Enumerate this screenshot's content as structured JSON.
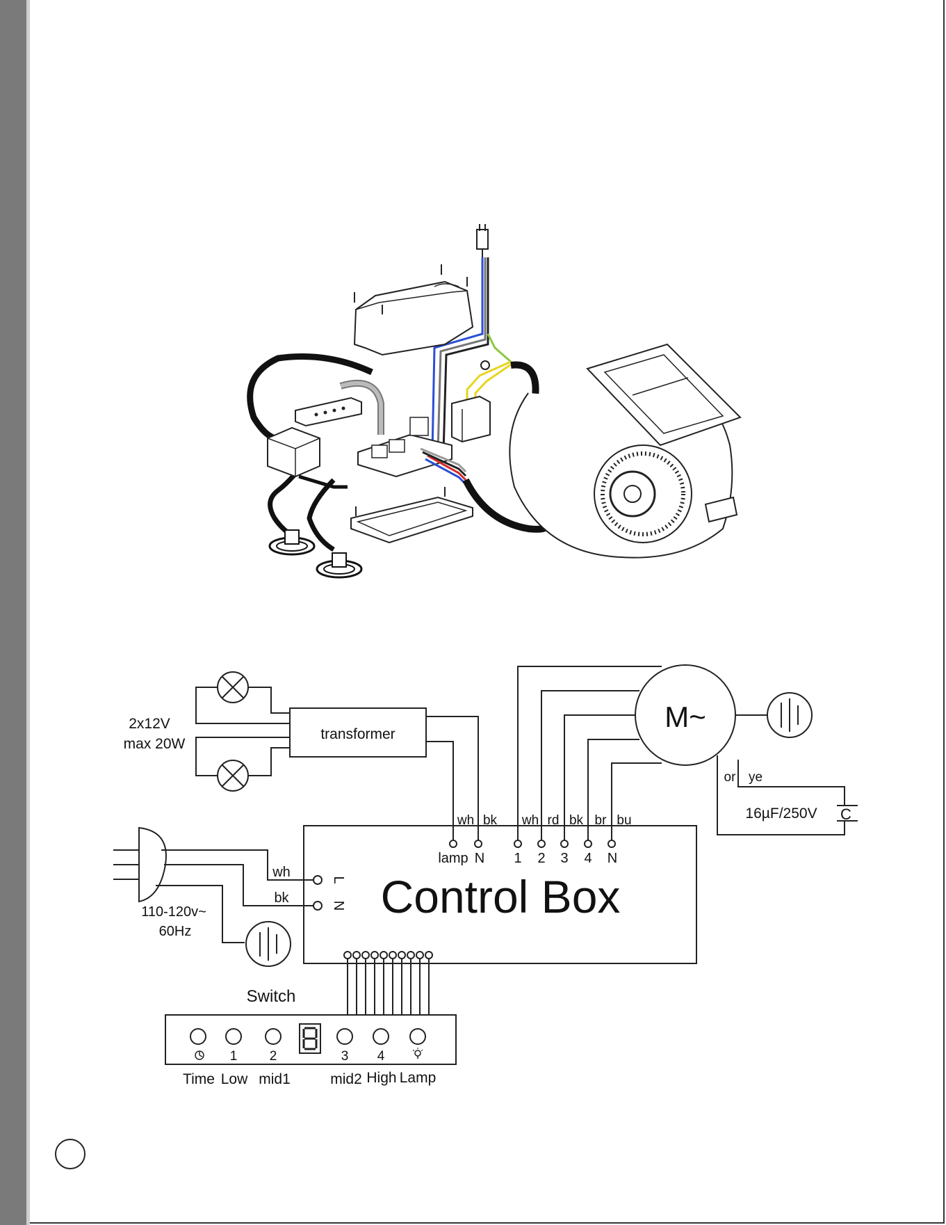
{
  "lamps": {
    "label_line1": "2x12V",
    "label_line2": "max 20W"
  },
  "transformer": {
    "label": "transformer"
  },
  "motor": {
    "label": "M~"
  },
  "capacitor": {
    "label": "16µF/250V",
    "symbol": "C"
  },
  "motor_wires": {
    "or": "or",
    "ye": "ye"
  },
  "wire_colors_top": [
    "wh",
    "bk",
    "wh",
    "rd",
    "bk",
    "br",
    "bu"
  ],
  "terminals_top": [
    "lamp",
    "N",
    "1",
    "2",
    "3",
    "4",
    "N"
  ],
  "control_box": {
    "title": "Control Box"
  },
  "power": {
    "wh": "wh",
    "bk": "bk",
    "L": "L",
    "N": "N",
    "voltage": "110-120v~",
    "freq": "60Hz"
  },
  "switch": {
    "title": "Switch",
    "buttons": [
      {
        "num": "",
        "icon": "clock-icon",
        "label": "Time"
      },
      {
        "num": "1",
        "label": "Low"
      },
      {
        "num": "2",
        "label": "mid1"
      },
      {
        "num": "3",
        "label": "mid2"
      },
      {
        "num": "4",
        "label": "High"
      },
      {
        "num": "",
        "icon": "lamp-icon",
        "label": "Lamp"
      }
    ]
  }
}
